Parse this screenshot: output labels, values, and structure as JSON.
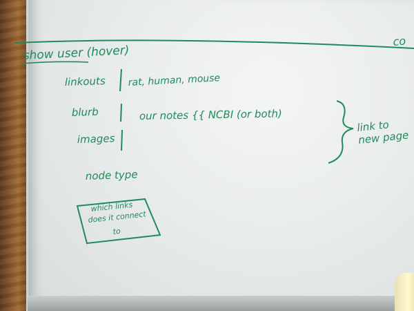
{
  "heading": {
    "title": "show user (hover)",
    "corner_text": "co"
  },
  "rows": [
    {
      "label": "linkouts",
      "value": "rat, human, mouse"
    },
    {
      "label": "blurb",
      "value": "our notes {{ NCBI (or both)"
    },
    {
      "label": "images",
      "value": ""
    },
    {
      "label": "node type",
      "value": ""
    }
  ],
  "side_note": "link to new page",
  "box_note": {
    "line1": "which links",
    "line2": "does it connect",
    "line3": "to"
  },
  "colors": {
    "ink": "#1f8a5a",
    "board": "#eceeee",
    "wood": "#8a5a2e"
  }
}
